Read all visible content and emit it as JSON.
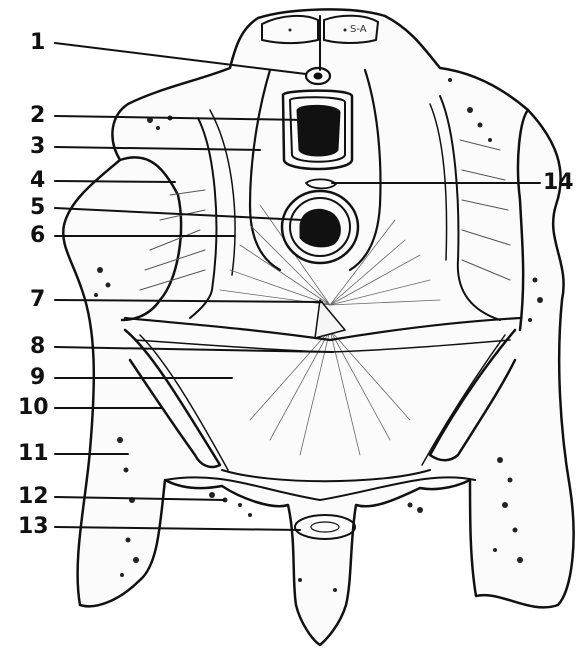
{
  "labels": {
    "l1": "1",
    "l2": "2",
    "l3": "3",
    "l4": "4",
    "l5": "5",
    "l6": "6",
    "l7": "7",
    "l8": "8",
    "l9": "9",
    "l10": "10",
    "l11": "11",
    "l12": "12",
    "l13": "13",
    "l14": "14"
  },
  "sacrum_text": "S-A"
}
